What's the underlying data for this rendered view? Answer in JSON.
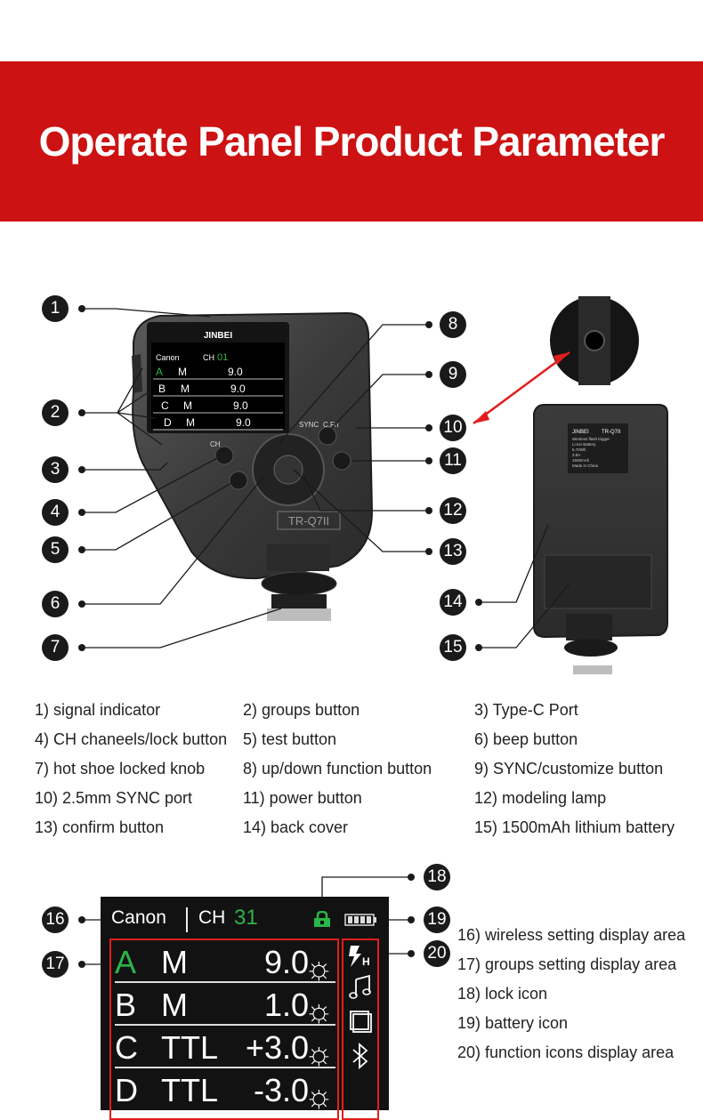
{
  "banner": {
    "title": "Operate Panel Product Parameter"
  },
  "device": {
    "brand": "JINBEI",
    "model": "TR-Q7II",
    "buttons": {
      "ch": "CH",
      "sync": "SYNC",
      "cf": "C.Fn"
    },
    "screen_rows": [
      {
        "group": "A",
        "mode": "M",
        "value": "9.0"
      },
      {
        "group": "B",
        "mode": "M",
        "value": "9.0"
      },
      {
        "group": "C",
        "mode": "M",
        "value": "9.0"
      },
      {
        "group": "D",
        "mode": "M",
        "value": "9.0"
      }
    ],
    "screen_header": {
      "brand": "Canon",
      "ch": "CH",
      "ch_num": "01"
    },
    "back_label": {
      "brand": "JINBEI",
      "model": "TR-Q7II",
      "lines": [
        "Wireless flash trigger",
        "Li-ion Battery",
        "5.70Wh",
        "3.8V",
        "1500mAh",
        "Made in China"
      ]
    }
  },
  "callouts": [
    "1",
    "2",
    "3",
    "4",
    "5",
    "6",
    "7",
    "8",
    "9",
    "10",
    "11",
    "12",
    "13",
    "14",
    "15",
    "16",
    "17",
    "18",
    "19",
    "20"
  ],
  "parameters": [
    "1) signal indicator",
    "2) groups button",
    "3) Type-C Port",
    "4) CH chaneels/lock button",
    "5) test button",
    "6) beep button",
    "7) hot shoe locked knob",
    "8) up/down function button",
    "9) SYNC/customize button",
    "10) 2.5mm SYNC port",
    "11) power button",
    "12) modeling lamp",
    "13) confirm button",
    "14) back cover",
    "15)  1500mAh lithium battery"
  ],
  "lcd": {
    "brand": "Canon",
    "ch_label": "CH",
    "ch_number": "31",
    "rows": [
      {
        "group": "A",
        "mode": "M",
        "value": "9.0"
      },
      {
        "group": "B",
        "mode": "M",
        "value": "1.0"
      },
      {
        "group": "C",
        "mode": "TTL",
        "value": "+3.0"
      },
      {
        "group": "D",
        "mode": "TTL",
        "value": "-3.0"
      }
    ],
    "accent_green": "#2ab54a",
    "frame_red": "#e31d1d",
    "icons": [
      "lock-icon",
      "battery-icon",
      "flash-hss-icon",
      "music-note-icon",
      "multi-frame-icon",
      "bluetooth-icon",
      "modeling-bulb-icon"
    ]
  },
  "legend": [
    "16) wireless setting display area",
    "17) groups setting display area",
    "18) lock icon",
    "19) battery icon",
    "20) function icons display area"
  ],
  "colors": {
    "banner_red": "#cc1212",
    "arrow_red": "#e31d1d",
    "badge_black": "#1a1a1a"
  }
}
